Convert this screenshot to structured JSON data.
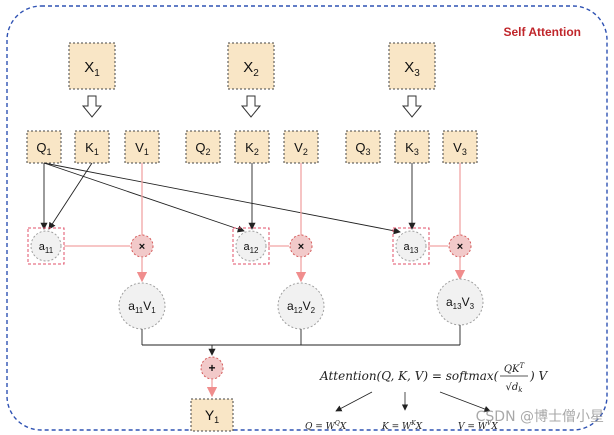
{
  "title": "Self Attention",
  "inputs": [
    {
      "base": "X",
      "sub": "1"
    },
    {
      "base": "X",
      "sub": "2"
    },
    {
      "base": "X",
      "sub": "3"
    }
  ],
  "qkv": [
    {
      "base": "Q",
      "sub": "1"
    },
    {
      "base": "K",
      "sub": "1"
    },
    {
      "base": "V",
      "sub": "1"
    },
    {
      "base": "Q",
      "sub": "2"
    },
    {
      "base": "K",
      "sub": "2"
    },
    {
      "base": "V",
      "sub": "2"
    },
    {
      "base": "Q",
      "sub": "3"
    },
    {
      "base": "K",
      "sub": "3"
    },
    {
      "base": "V",
      "sub": "3"
    }
  ],
  "scores": [
    {
      "base": "a",
      "sub": "11"
    },
    {
      "base": "a",
      "sub": "12"
    },
    {
      "base": "a",
      "sub": "13"
    }
  ],
  "weighted": [
    {
      "a": "a",
      "asub": "11",
      "v": "V",
      "vsub": "1"
    },
    {
      "a": "a",
      "asub": "12",
      "v": "V",
      "vsub": "2"
    },
    {
      "a": "a",
      "asub": "13",
      "v": "V",
      "vsub": "3"
    }
  ],
  "ops": {
    "multiply": "×",
    "add": "+"
  },
  "output": {
    "base": "Y",
    "sub": "1"
  },
  "formula": {
    "lhs": "Attention(Q, K, V) = softmax(",
    "num": "QK",
    "num_sup": "T",
    "den": "√d",
    "den_sub": "k",
    "rhs": ") V"
  },
  "projections": [
    {
      "lhs": "Q = W",
      "sup": "Q",
      "rhs": "X"
    },
    {
      "lhs": "K = W",
      "sup": "K",
      "rhs": "X"
    },
    {
      "lhs": "V = W",
      "sup": "V",
      "rhs": "X"
    }
  ],
  "watermark": "CSDN @博士僧小星",
  "colors": {
    "box_fill": "#f9e6c6",
    "border_blue": "#2f52b3",
    "pink_line": "#f2a4a4",
    "pink_dash": "#e0506a",
    "op_fill": "#f2c9c9",
    "op_stroke": "#d45a5a",
    "circle_fill": "#f1f1f1",
    "circle_stroke": "#a0a0a0",
    "title_red": "#c0262b"
  }
}
